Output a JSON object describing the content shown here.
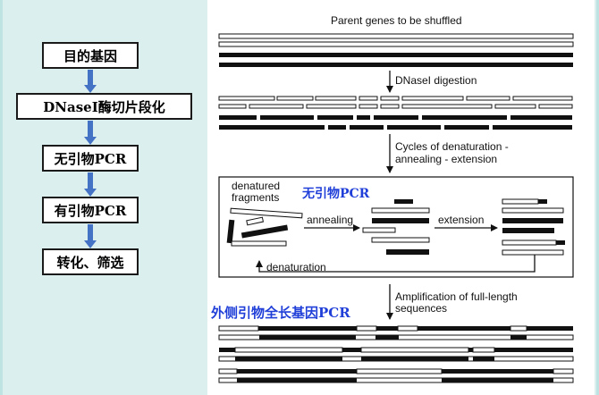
{
  "flow": {
    "steps": [
      "目的基因",
      "DNaseI酶切片段化",
      "无引物PCR",
      "有引物PCR",
      "转化、筛选"
    ]
  },
  "diagram": {
    "title": "Parent genes to be shuffled",
    "digestion": "DNaseI digestion",
    "cycles_line1": "Cycles of denaturation -",
    "cycles_line2": "annealing - extension",
    "denatured_line1": "denatured",
    "denatured_line2": "fragments",
    "no_primer_pcr": "无引物PCR",
    "annealing": "annealing",
    "extension": "extension",
    "denaturation": "denaturation",
    "amplification_line1": "Amplification of full-length",
    "amplification_line2": "sequences",
    "outer_primer": "外侧引物全长基因PCR"
  },
  "colors": {
    "background": "#dcefef",
    "flow_arrow": "#4472c4",
    "chinese_label": "#1f3fd8"
  }
}
